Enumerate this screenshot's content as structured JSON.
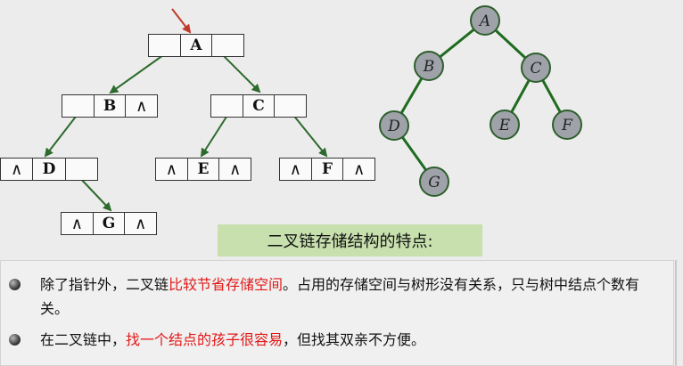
{
  "linked_list": {
    "nodes": {
      "A": {
        "left": "",
        "data": "A",
        "right": ""
      },
      "B": {
        "left": "",
        "data": "B",
        "right": "∧"
      },
      "C": {
        "left": "",
        "data": "C",
        "right": ""
      },
      "D": {
        "left": "∧",
        "data": "D",
        "right": ""
      },
      "E": {
        "left": "∧",
        "data": "E",
        "right": "∧"
      },
      "F": {
        "left": "∧",
        "data": "F",
        "right": "∧"
      },
      "G": {
        "left": "∧",
        "data": "G",
        "right": "∧"
      }
    },
    "edges": [
      [
        "A",
        "B"
      ],
      [
        "A",
        "C"
      ],
      [
        "B",
        "D"
      ],
      [
        "C",
        "E"
      ],
      [
        "C",
        "F"
      ],
      [
        "D",
        "G"
      ]
    ],
    "root_pointer_color": "#c0392b",
    "link_color": "#2d6a2d"
  },
  "tree": {
    "nodes": [
      "A",
      "B",
      "C",
      "D",
      "E",
      "F",
      "G"
    ],
    "edges": [
      [
        "A",
        "B"
      ],
      [
        "A",
        "C"
      ],
      [
        "B",
        "D"
      ],
      [
        "C",
        "E"
      ],
      [
        "C",
        "F"
      ],
      [
        "D",
        "G"
      ]
    ],
    "node_fill": "#9fa3a9",
    "edge_color": "#1f6b1f"
  },
  "heading": "二叉链存储结构的特点:",
  "points": [
    {
      "pre": "除了指针外，二叉链",
      "highlight": "比较节省存储空间",
      "post": "。占用的存储空间与树形没有关系，只与树中结点个数有关。"
    },
    {
      "pre": "在二叉链中，",
      "highlight": "找一个结点的孩子很容易",
      "post": "，但找其双亲不方便。"
    }
  ],
  "highlight_color": "#e21818",
  "heading_bg": "#c7e0ae"
}
